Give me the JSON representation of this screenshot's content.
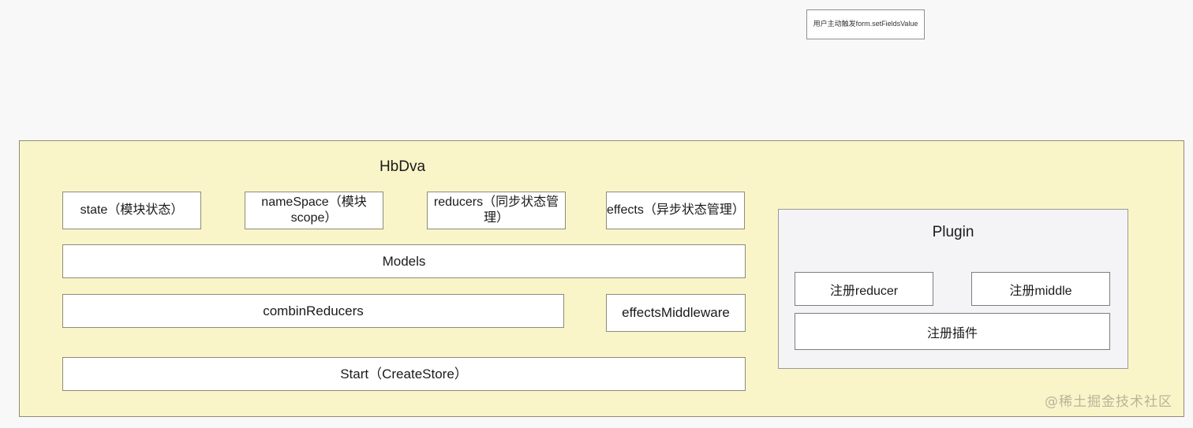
{
  "diagram": {
    "background_color": "#f8f8f8",
    "panel_color": "#faf5c8",
    "plugin_panel_color": "#f4f4f6",
    "border_color": "#8c8c7a"
  },
  "note": {
    "text": "用户主动触发form.setFieldsValue"
  },
  "hbdva": {
    "title": "HbDva",
    "row1": [
      {
        "label": "state（模块状态）"
      },
      {
        "label": "nameSpace（模块scope）"
      },
      {
        "label": "reducers（同步状态管理）"
      },
      {
        "label": "effects（异步状态管理）"
      }
    ],
    "models": "Models",
    "combin_reducers": "combinReducers",
    "effects_middleware": "effectsMiddleware",
    "start": "Start（CreateStore）"
  },
  "plugin": {
    "title": "Plugin",
    "items": [
      {
        "label": "注册reducer"
      },
      {
        "label": "注册middle"
      },
      {
        "label": "注册插件"
      }
    ]
  },
  "watermark": {
    "text": "@稀土掘金技术社区"
  }
}
